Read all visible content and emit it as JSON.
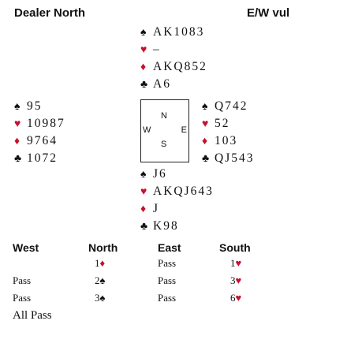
{
  "header": {
    "dealer": "Dealer North",
    "vulnerability": "E/W vul"
  },
  "colors": {
    "red_suit": "#c8102e",
    "black_suit": "#111111"
  },
  "suit_symbols": {
    "spades": "♠",
    "hearts": "♥",
    "diamonds": "♦",
    "clubs": "♣"
  },
  "hands": {
    "north": {
      "spades": "AK1083",
      "hearts": "–",
      "diamonds": "AKQ852",
      "clubs": "A6"
    },
    "west": {
      "spades": "95",
      "hearts": "10987",
      "diamonds": "9764",
      "clubs": "1072"
    },
    "east": {
      "spades": "Q742",
      "hearts": "52",
      "diamonds": "103",
      "clubs": "QJ543"
    },
    "south": {
      "spades": "J6",
      "hearts": "AKQJ643",
      "diamonds": "J",
      "clubs": "K98"
    }
  },
  "compass": {
    "north": "N",
    "west": "W",
    "east": "E",
    "south": "S"
  },
  "auction": {
    "headers": [
      "West",
      "North",
      "East",
      "South"
    ],
    "rows": [
      [
        "",
        "1♦",
        "Pass",
        "1♥"
      ],
      [
        "Pass",
        "2♠",
        "Pass",
        "3♥"
      ],
      [
        "Pass",
        "3♠",
        "Pass",
        "6♥"
      ],
      [
        "All Pass",
        "",
        "",
        ""
      ]
    ]
  }
}
